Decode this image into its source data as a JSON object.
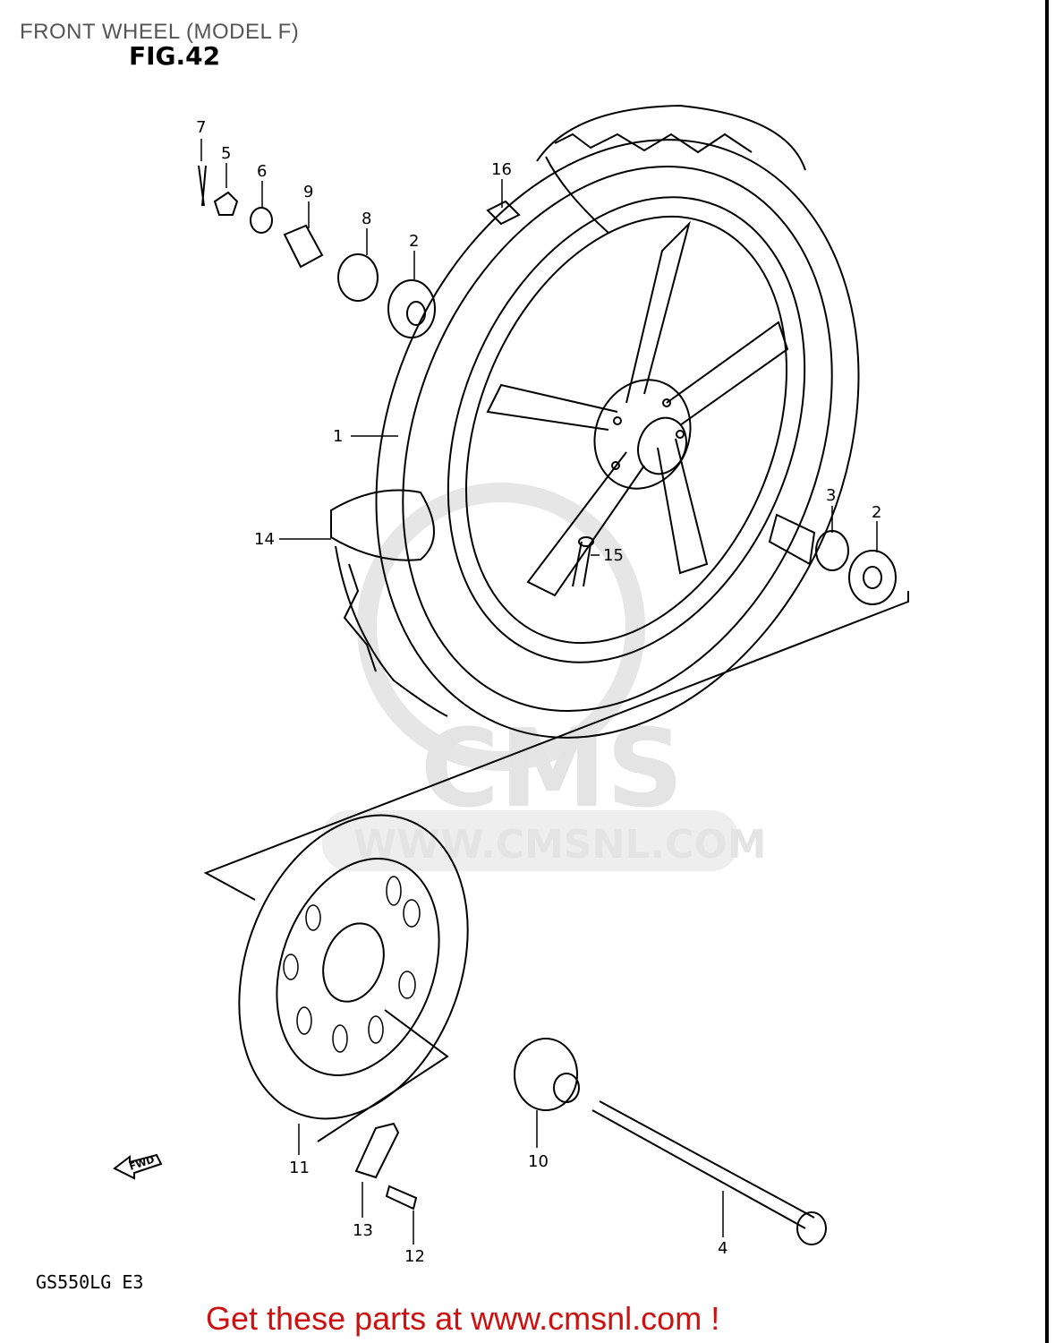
{
  "page_title": "FRONT WHEEL (MODEL F)",
  "figure_label": "FIG.42",
  "model_code": "GS550LG  E3",
  "call_to_action": "Get these parts at www.cmsnl.com !",
  "watermark": {
    "brand": "CMS",
    "url": "WWW.CMSNL.COM"
  },
  "fwd_arrow_label": "FWD",
  "callouts": [
    {
      "id": "c1",
      "text": "1"
    },
    {
      "id": "c2a",
      "text": "2"
    },
    {
      "id": "c2b",
      "text": "2"
    },
    {
      "id": "c3",
      "text": "3"
    },
    {
      "id": "c4",
      "text": "4"
    },
    {
      "id": "c5",
      "text": "5"
    },
    {
      "id": "c6",
      "text": "6"
    },
    {
      "id": "c7",
      "text": "7"
    },
    {
      "id": "c8",
      "text": "8"
    },
    {
      "id": "c9",
      "text": "9"
    },
    {
      "id": "c10",
      "text": "10"
    },
    {
      "id": "c11",
      "text": "11"
    },
    {
      "id": "c12",
      "text": "12"
    },
    {
      "id": "c13",
      "text": "13"
    },
    {
      "id": "c14",
      "text": "14"
    },
    {
      "id": "c15",
      "text": "15"
    },
    {
      "id": "c16",
      "text": "16"
    }
  ],
  "colors": {
    "cta": "#cc1111",
    "title": "#555555",
    "line": "#000000",
    "watermark": "#e4e4e4"
  }
}
